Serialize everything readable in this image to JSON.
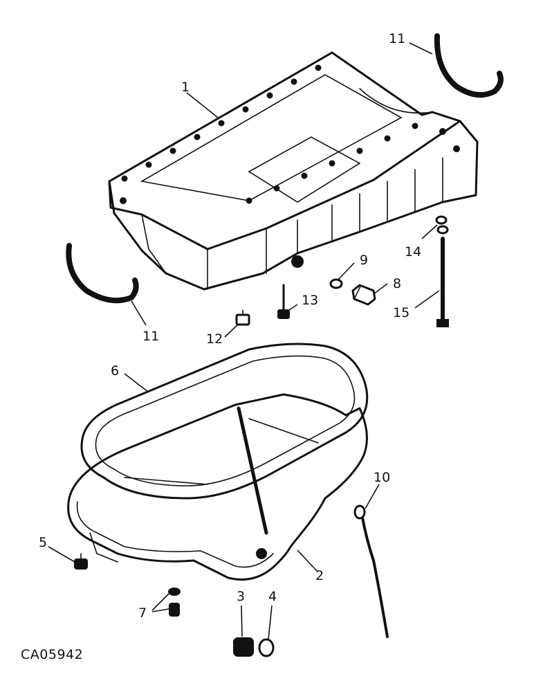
{
  "figure_code": "CA05942",
  "callouts": [
    {
      "id": "c1",
      "label": "1"
    },
    {
      "id": "c11a",
      "label": "11"
    },
    {
      "id": "c11b",
      "label": "11"
    },
    {
      "id": "c14",
      "label": "14"
    },
    {
      "id": "c9",
      "label": "9"
    },
    {
      "id": "c8",
      "label": "8"
    },
    {
      "id": "c13",
      "label": "13"
    },
    {
      "id": "c12",
      "label": "12"
    },
    {
      "id": "c15",
      "label": "15"
    },
    {
      "id": "c6",
      "label": "6"
    },
    {
      "id": "c10",
      "label": "10"
    },
    {
      "id": "c5",
      "label": "5"
    },
    {
      "id": "c2",
      "label": "2"
    },
    {
      "id": "c3",
      "label": "3"
    },
    {
      "id": "c4",
      "label": "4"
    },
    {
      "id": "c7",
      "label": "7"
    }
  ]
}
